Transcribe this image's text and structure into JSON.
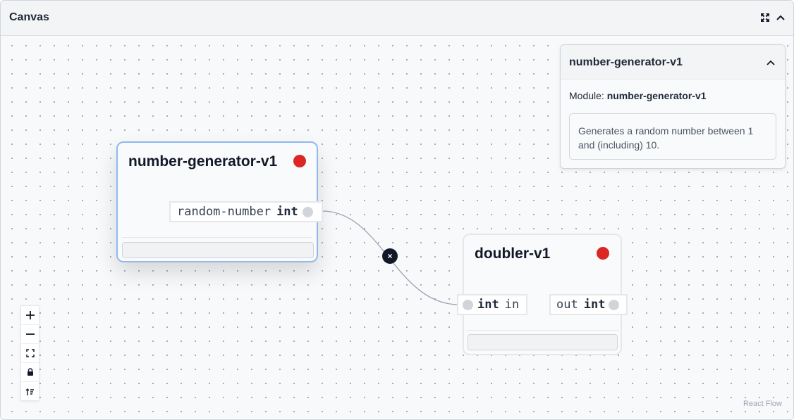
{
  "header": {
    "title": "Canvas",
    "fullscreen_icon": "expand-icon",
    "collapse_icon": "chevron-up-icon"
  },
  "nodes": {
    "generator": {
      "title": "number-generator-v1",
      "status_color": "#dc2626",
      "output": {
        "name": "random-number",
        "type": "int"
      }
    },
    "doubler": {
      "title": "doubler-v1",
      "status_color": "#dc2626",
      "input": {
        "type": "int",
        "name": "in"
      },
      "output": {
        "name": "out",
        "type": "int"
      }
    }
  },
  "edge": {
    "delete_icon": "close-icon",
    "delete_label": "×"
  },
  "info_panel": {
    "title": "number-generator-v1",
    "module_label": "Module:",
    "module_name": "number-generator-v1",
    "description": "Generates a random number between 1 and (including) 10."
  },
  "controls": {
    "zoom_in": "plus-icon",
    "zoom_out": "minus-icon",
    "fit_view": "fit-view-icon",
    "lock": "lock-icon",
    "sort": "sort-icon"
  },
  "attribution": "React Flow",
  "colors": {
    "selected_border": "#93b8ee",
    "status_red": "#dc2626",
    "edge_line": "#9ca3af"
  }
}
